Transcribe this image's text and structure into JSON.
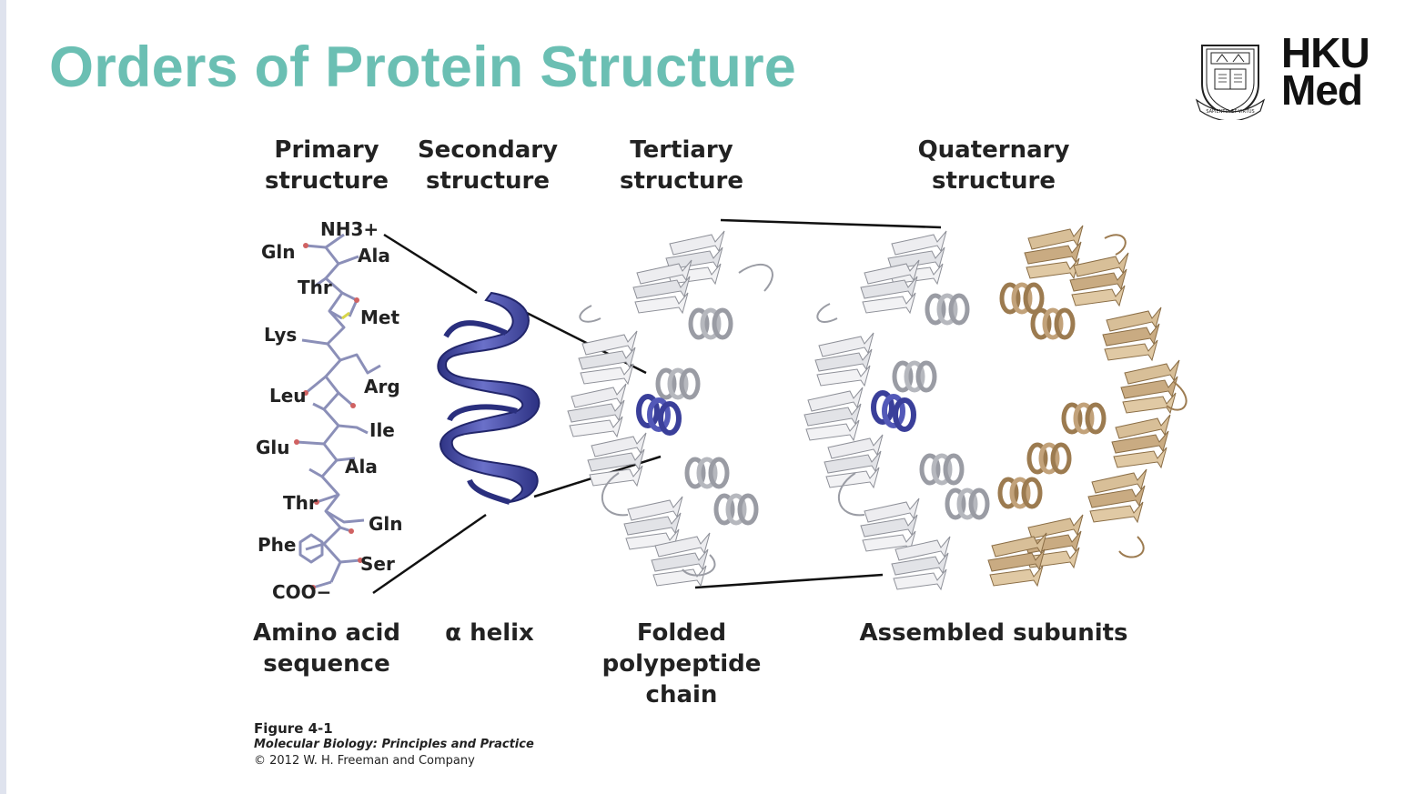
{
  "slide": {
    "title": "Orders of Protein Structure",
    "logo": {
      "brand_line1": "HKU",
      "brand_line2": "Med",
      "seal_motto": "SAPIENTIA ET VIRTUS"
    }
  },
  "figure": {
    "headers": [
      "Primary\nstructure",
      "Secondary\nstructure",
      "Tertiary\nstructure",
      "Quaternary\nstructure"
    ],
    "captions": [
      "Amino acid\nsequence",
      "α helix",
      "Folded\npolypeptide\nchain",
      "Assembled subunits"
    ],
    "amino_acids": [
      "NH3+",
      "Gln",
      "Ala",
      "Thr",
      "Met",
      "Lys",
      "Arg",
      "Leu",
      "Ile",
      "Glu",
      "Ala",
      "Thr",
      "Gln",
      "Phe",
      "Ser",
      "COO−"
    ],
    "figure_number": "Figure 4-1",
    "book_title": "Molecular Biology: Principles and Practice",
    "copyright": "© 2012 W. H. Freeman and Company"
  },
  "colors": {
    "title": "#6bbfb3",
    "helix": "#4a4fa6",
    "subunit_a": "#c9cbd1",
    "subunit_b": "#c9ab82"
  }
}
